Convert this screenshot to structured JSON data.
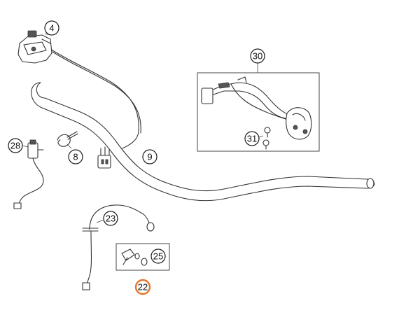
{
  "callouts": {
    "c4": "4",
    "c30": "30",
    "c31": "31",
    "c28": "28",
    "c8": "8",
    "c9": "9",
    "c23": "23",
    "c25": "25",
    "c22": "22"
  },
  "colors": {
    "highlight": "#e4742b",
    "line": "#333333"
  }
}
